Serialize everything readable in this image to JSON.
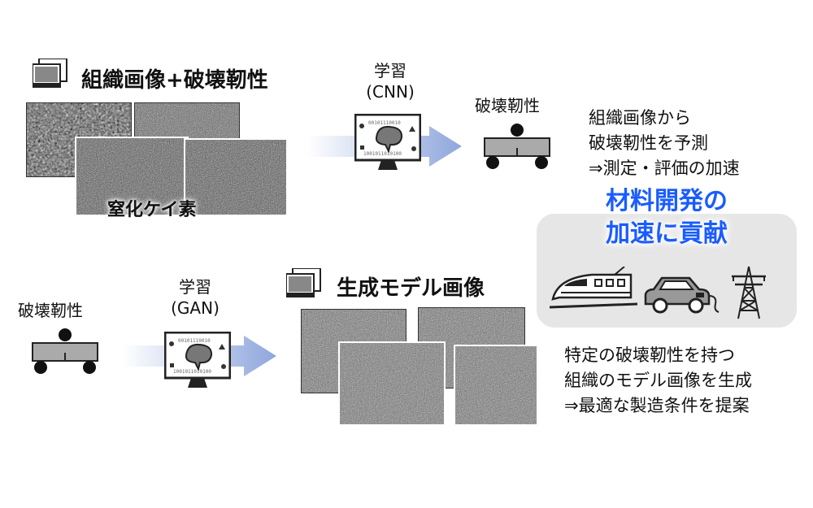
{
  "top": {
    "heading": "組織画像+破壊靭性",
    "micro_label": "窒化ケイ素",
    "learn_line1": "学習",
    "learn_line2": "(CNN)",
    "output_label": "破壊靭性",
    "desc1": "組織画像から",
    "desc2": "破壊靭性を予測",
    "desc3": "⇒測定・評価の加速"
  },
  "callout": {
    "line1": "材料開発の",
    "line2": "加速に貢献"
  },
  "bottom": {
    "input_label": "破壊靭性",
    "learn_line1": "学習",
    "learn_line2": "(GAN)",
    "heading": "生成モデル画像",
    "desc1": "特定の破壊靭性を持つ",
    "desc2": "組織のモデル画像を生成",
    "desc3": "⇒最適な製造条件を提案"
  },
  "colors": {
    "arrow": "#9fb4e0",
    "callout_bg": "#e6e6e6",
    "highlight_text": "#1a5cff"
  },
  "icons": [
    "image-stack-icon",
    "computer-brain-icon",
    "toughness-test-icon",
    "train-icon",
    "car-icon",
    "power-tower-icon"
  ]
}
